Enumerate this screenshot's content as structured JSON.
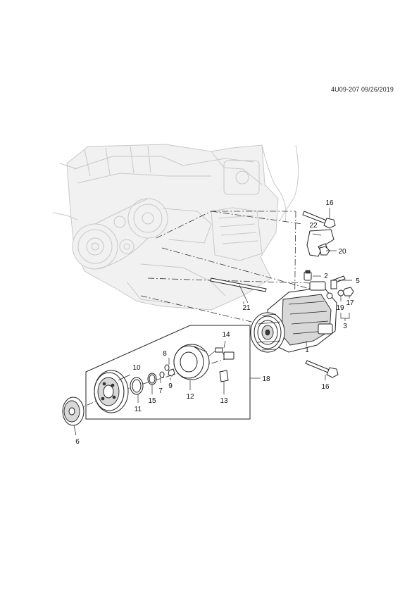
{
  "document_id": "4U09-207 09/26/2019",
  "callouts": [
    "16",
    "22",
    "20",
    "2",
    "5",
    "19",
    "17",
    "3",
    "21",
    "1",
    "14",
    "8",
    "10",
    "9",
    "7",
    "15",
    "11",
    "12",
    "13",
    "18",
    "6",
    "16"
  ]
}
